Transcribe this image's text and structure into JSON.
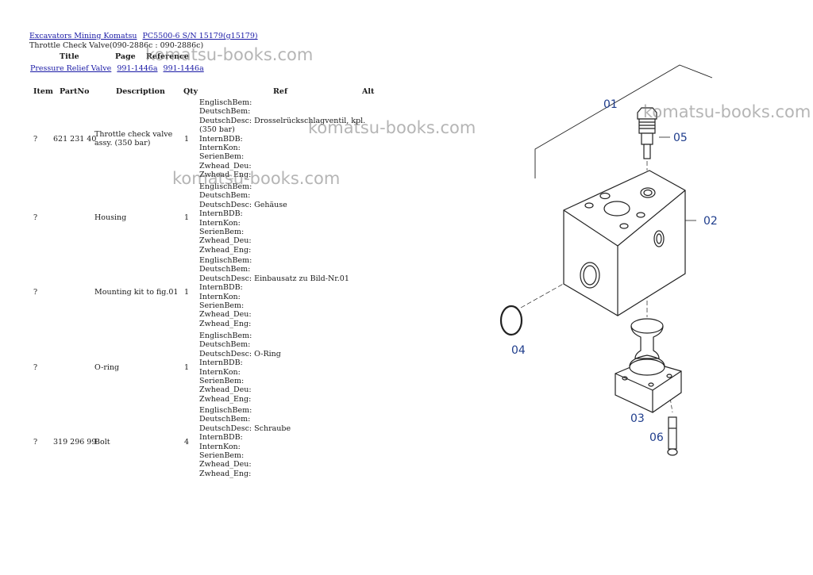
{
  "breadcrumb": [
    {
      "label": "Excavators Mining Komatsu"
    },
    {
      "label": "PC5500-6 S/N 15179(g15179)"
    }
  ],
  "page_subtitle": "Throttle Check Valve(090-2886c : 090-2886c)",
  "ref_table": {
    "headers": {
      "title": "Title",
      "page": "Page",
      "reference": "Reference"
    },
    "row": {
      "title": "Pressure Relief Valve",
      "page": "991-1446a",
      "reference": "991-1446a"
    }
  },
  "parts_table": {
    "headers": {
      "item": "Item",
      "partno": "PartNo",
      "desc": "Description",
      "qty": "Qty",
      "ref": "Ref",
      "alt": "Alt"
    },
    "rows": [
      {
        "item": "?",
        "partno": "621 231 40",
        "desc": "Throttle check valve assy. (350 bar)",
        "qty": "1",
        "ref": [
          "EnglischBem:",
          "DeutschBem:",
          "DeutschDesc: Drosselrückschlagventil, kpl.",
          "(350 bar)",
          "InternBDB:",
          "InternKon:",
          "SerienBem:",
          "Zwhead_Deu:",
          "Zwhead_Eng:"
        ]
      },
      {
        "item": "?",
        "partno": "",
        "desc": "Housing",
        "qty": "1",
        "ref": [
          "EnglischBem:",
          "DeutschBem:",
          "DeutschDesc: Gehäuse",
          "InternBDB:",
          "InternKon:",
          "SerienBem:",
          "Zwhead_Deu:",
          "Zwhead_Eng:"
        ]
      },
      {
        "item": "?",
        "partno": "",
        "desc": "Mounting kit to fig.01",
        "qty": "1",
        "ref": [
          "EnglischBem:",
          "DeutschBem:",
          "DeutschDesc: Einbausatz zu Bild-Nr.01",
          "InternBDB:",
          "InternKon:",
          "SerienBem:",
          "Zwhead_Deu:",
          "Zwhead_Eng:"
        ]
      },
      {
        "item": "?",
        "partno": "",
        "desc": "O-ring",
        "qty": "1",
        "ref": [
          "EnglischBem:",
          "DeutschBem:",
          "DeutschDesc: O-Ring",
          "InternBDB:",
          "InternKon:",
          "SerienBem:",
          "Zwhead_Deu:",
          "Zwhead_Eng:"
        ]
      },
      {
        "item": "?",
        "partno": "319 296 99",
        "desc": "Bolt",
        "qty": "4",
        "ref": [
          "EnglischBem:",
          "DeutschBem:",
          "DeutschDesc: Schraube",
          "InternBDB:",
          "InternKon:",
          "SerienBem:",
          "Zwhead_Deu:",
          "Zwhead_Eng:"
        ]
      }
    ]
  },
  "watermark": "komatsu-books.com",
  "diagram_labels": {
    "l01": "01",
    "l02": "02",
    "l03": "03",
    "l04": "04",
    "l05": "05",
    "l06": "06"
  },
  "colors": {
    "link": "#1a1aa6",
    "label": "#1f3d8c",
    "watermark": "#8a8a8a"
  }
}
